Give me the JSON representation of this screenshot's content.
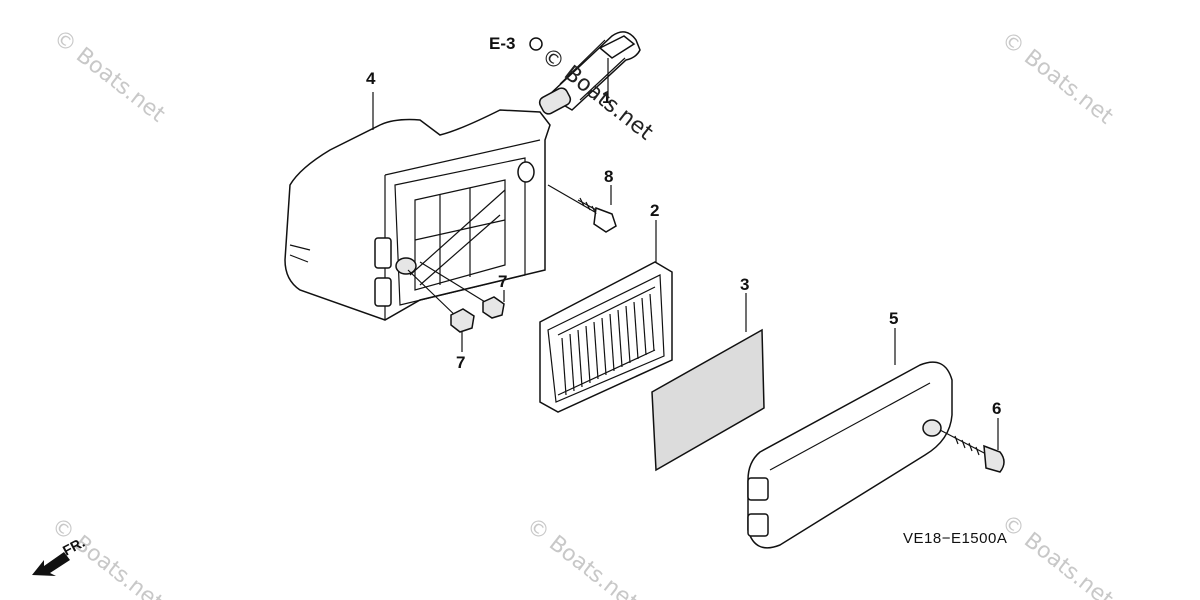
{
  "callouts": {
    "p1": "1",
    "p2": "2",
    "p3": "3",
    "p4": "4",
    "p5": "5",
    "p6": "6",
    "p7a": "7",
    "p7b": "7",
    "p8": "8",
    "ref_e3": "E-3"
  },
  "diagram_code": "VE18−E1500A",
  "front_label": "FR.",
  "watermark": {
    "text": "© Boats.net",
    "center_text": "© Boats.net"
  },
  "colors": {
    "line": "#111111",
    "watermark": "#c8c8c8",
    "filter_foam": "#d0d0d0"
  }
}
